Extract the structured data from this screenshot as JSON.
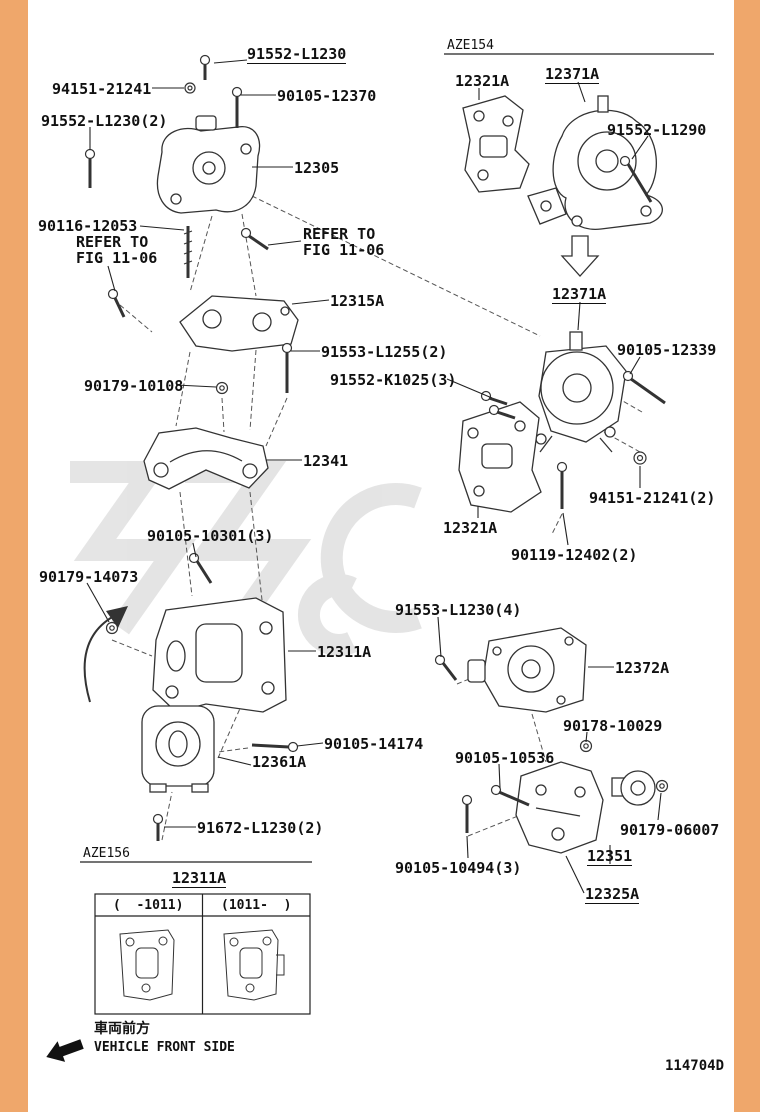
{
  "page": {
    "doc_code": "114704D"
  },
  "sections": {
    "aze154": "AZE154",
    "aze156": "AZE156"
  },
  "variant_table": {
    "title": "12311A",
    "columns": [
      "(  -1011)",
      "(1011-  )"
    ]
  },
  "front_note": {
    "jp": "車両前方",
    "en": "VEHICLE FRONT SIDE"
  },
  "colors": {
    "page_margin": "#efa76b",
    "line": "#333333",
    "watermark": "#cfcfcf"
  },
  "callouts": [
    "91552-L1230",
    "94151-21241",
    "90105-12370",
    "91552-L1230(2)",
    "12305",
    "90116-12053",
    "REFER TO\nFIG 11-06",
    "REFER TO\nFIG 11-06",
    "12315A",
    "91553-L1255(2)",
    "91552-K1025(3)",
    "90179-10108",
    "12341",
    "90105-10301(3)",
    "90179-14073",
    "12311A",
    "90105-14174",
    "12361A",
    "91672-L1230(2)",
    "12321A",
    "12371A",
    "91552-L1290",
    "12371A",
    "90105-12339",
    "94151-21241(2)",
    "12321A",
    "90119-12402(2)",
    "91553-L1230(4)",
    "12372A",
    "90178-10029",
    "90105-10536",
    "90179-06007",
    "12351",
    "90105-10494(3)",
    "12325A"
  ]
}
